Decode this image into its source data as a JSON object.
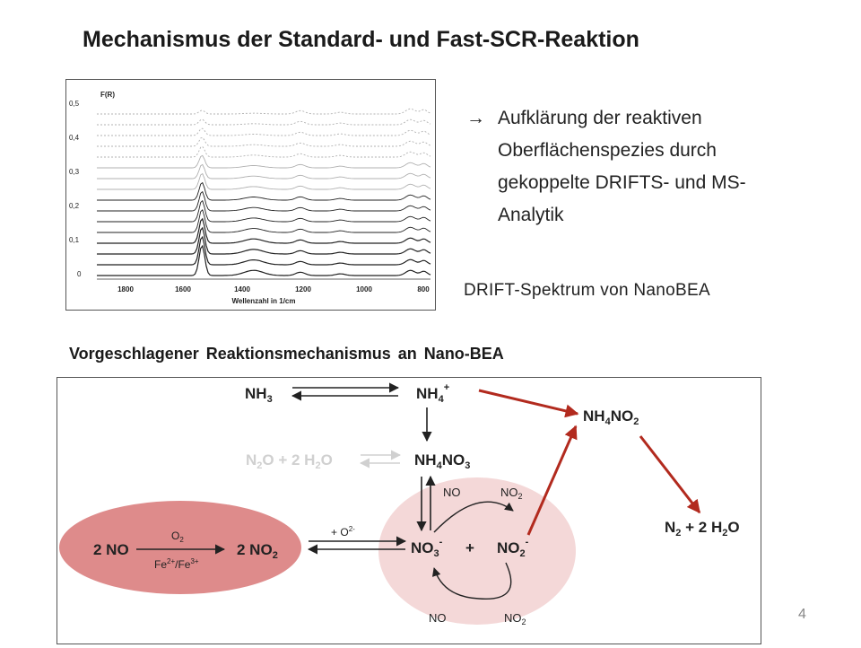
{
  "title": "Mechanismus der Standard- und Fast-SCR-Reaktion",
  "spectrum": {
    "y_axis_label": "F(R)",
    "y_ticks": [
      "0,5",
      "0,4",
      "0,3",
      "0,2",
      "0,1",
      "0"
    ],
    "x_ticks": [
      "1800",
      "1600",
      "1400",
      "1200",
      "1000",
      "800"
    ],
    "x_axis_label": "Wellenzahl in 1/cm",
    "line_color": "#222222",
    "light_line_color": "#b0b0b0"
  },
  "bullet": {
    "arrow": "→",
    "text": "Aufklärung der reaktiven Oberflächenspezies durch gekoppelte DRIFTS- und MS-Analytik"
  },
  "caption": "DRIFT-Spektrum von NanoBEA",
  "subtitle": "Vorgeschlagener Reaktionsmechanismus an Nano-BEA",
  "mechanism": {
    "colors": {
      "red_arrow": "#b22a1e",
      "ellipse_dark": "#de8b8b",
      "ellipse_light": "#f4d8d8",
      "gray_text": "#d0d0d0"
    },
    "species": {
      "nh3": {
        "base": "NH",
        "sub": "3"
      },
      "nh4_plus": {
        "base": "NH",
        "sub": "4",
        "sup": "+"
      },
      "nh4no2": {
        "base": "NH",
        "sub": "4",
        "rest": "NO",
        "sub2": "2"
      },
      "n2o_2h2o": {
        "a": "N",
        "a_sub": "2",
        "b": "O + 2 H",
        "b_sub": "2",
        "c": "O"
      },
      "nh4no3": {
        "base": "NH",
        "sub": "4",
        "rest": "NO",
        "sub2": "3"
      },
      "no_left": "2 NO",
      "no2_left": {
        "base": "2 NO",
        "sub": "2"
      },
      "o2": {
        "base": "O",
        "sub": "2"
      },
      "fe": {
        "a": "Fe",
        "a_sup": "2+",
        "mid": "/Fe",
        "b_sup": "3+"
      },
      "plus_o": {
        "base": "+ O",
        "sup": "2-"
      },
      "no3_minus": {
        "base": "NO",
        "sub": "3",
        "sup": "-"
      },
      "plus": "+",
      "no2_minus": {
        "base": "NO",
        "sub": "2",
        "sup": "-"
      },
      "no_upper": "NO",
      "no2_upper": {
        "base": "NO",
        "sub": "2"
      },
      "no_lower": "NO",
      "no2_lower": {
        "base": "NO",
        "sub": "2"
      },
      "products": {
        "a": "N",
        "a_sub": "2",
        "b": " + 2 H",
        "b_sub": "2",
        "c": "O"
      }
    }
  },
  "page_number": "4"
}
